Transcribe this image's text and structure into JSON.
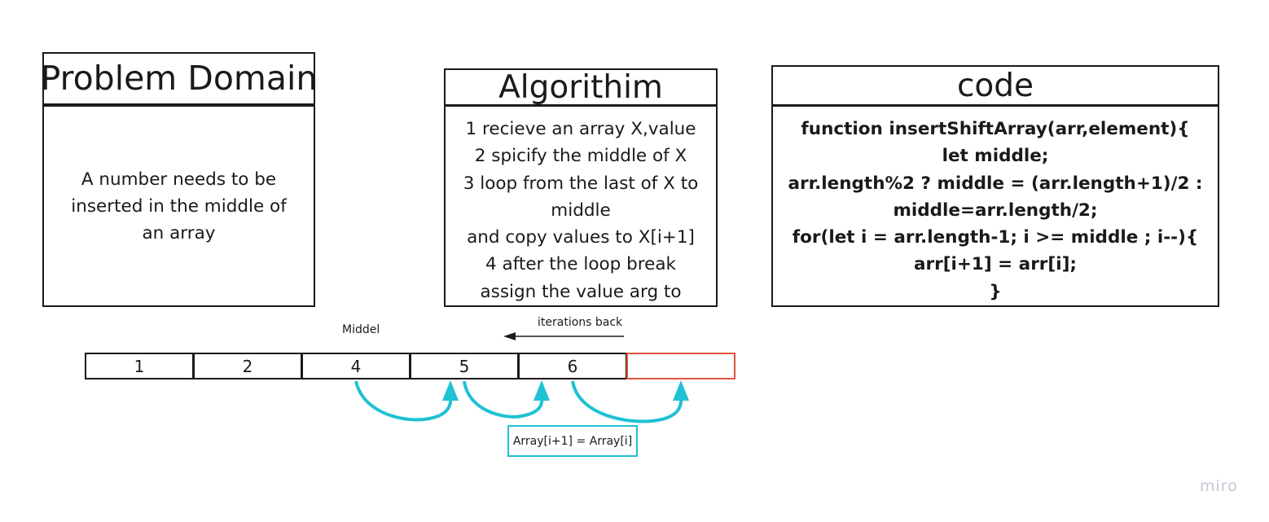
{
  "problem_domain": {
    "title": "Problem Domain",
    "lines": [
      "A number needs to be",
      "inserted in the middle of",
      "an array"
    ]
  },
  "algorithm": {
    "title": "Algorithim",
    "lines": [
      "1 recieve an array X,value",
      "2 spicify the middle of X",
      "3 loop from the last of X to",
      "middle",
      "and copy values to X[i+1]",
      "4  after the loop break",
      "assign the value arg to"
    ]
  },
  "code": {
    "title": "code",
    "lines": [
      "function insertShiftArray(arr,element){",
      "let middle;",
      "arr.length%2 ? middle = (arr.length+1)/2 :",
      "middle=arr.length/2;",
      "for(let i = arr.length-1; i >= middle ; i--){",
      "arr[i+1] = arr[i];",
      "}"
    ]
  },
  "array_cells": [
    "1",
    "2",
    "4",
    "5",
    "6",
    ""
  ],
  "labels": {
    "middle": "Middel",
    "iterations": "iterations back",
    "assignment": "Array[i+1] = Array[i]"
  },
  "colors": {
    "arrow_cyan": "#1fc1d3",
    "empty_cell_border": "#e0543c",
    "outline": "#1a1a1a"
  },
  "watermark": "miro"
}
